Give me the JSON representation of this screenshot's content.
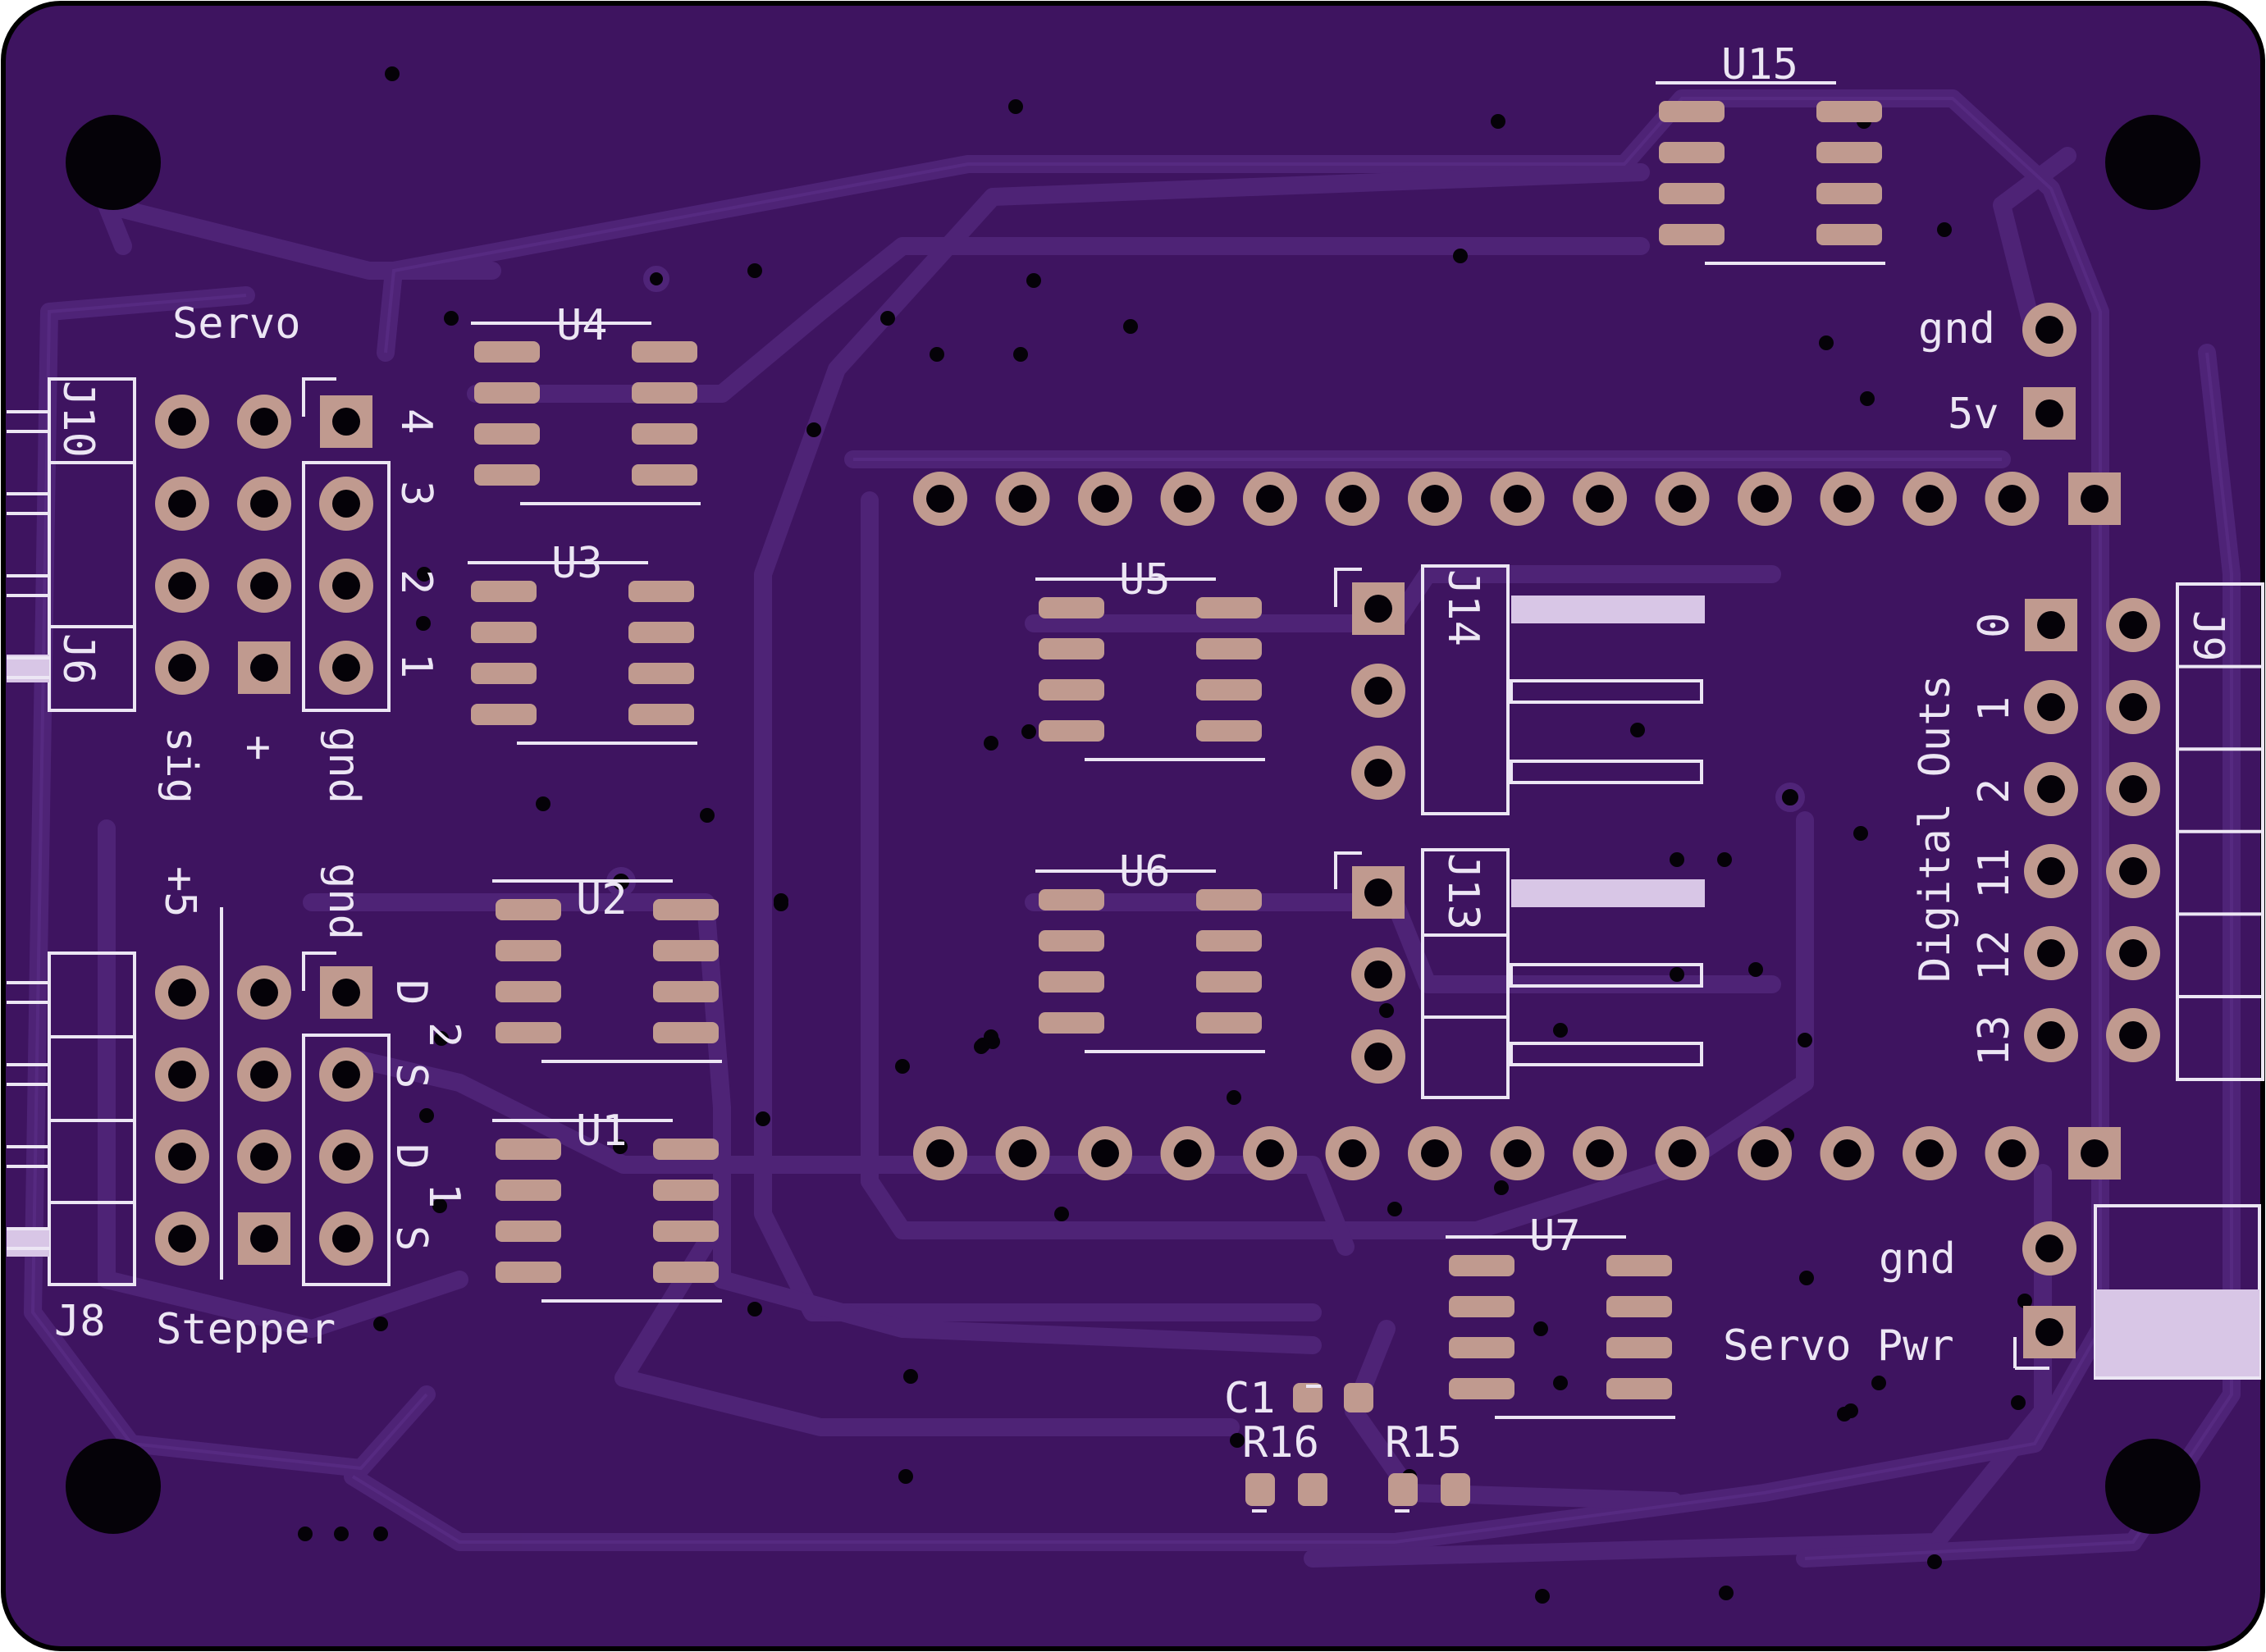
{
  "board": {
    "colors": {
      "pcb": "#3e1460",
      "trace": "#4f2478",
      "trace_edge": "#5a2d86",
      "pad": "#c09a8f",
      "silk": "#ece6f4",
      "hole": "#050208"
    }
  },
  "labels": {
    "servo": "Servo",
    "stepper": "Stepper",
    "digital_outs": "Digital Outs",
    "gnd_top": "gnd",
    "v5": "5v",
    "gnd_bottom": "gnd",
    "servo_pwr": "Servo Pwr",
    "sig": "sig",
    "plus": "+",
    "gnd_servo": "gnd",
    "gnd_stepper": "gnd",
    "plus5": "+5",
    "servo_n4": "4",
    "servo_n3": "3",
    "servo_n2": "2",
    "servo_n1": "1",
    "step_d1": "D",
    "step_s1": "S",
    "step_d2": "D",
    "step_s2": "S",
    "step_2": "2",
    "step_1": "1",
    "out_0": "0",
    "out_1": "1",
    "out_2": "2",
    "out_11": "11",
    "out_12": "12",
    "out_13": "13"
  },
  "refdes": {
    "u15": "U15",
    "u4": "U4",
    "u3": "U3",
    "u5": "U5",
    "u6": "U6",
    "u2": "U2",
    "u1": "U1",
    "u7": "U7",
    "j10": "J10",
    "j6": "J6",
    "j8": "J8",
    "j9": "J9",
    "j14": "J14",
    "j13": "J13",
    "c1": "C1",
    "r16": "R16",
    "r15": "R15"
  }
}
